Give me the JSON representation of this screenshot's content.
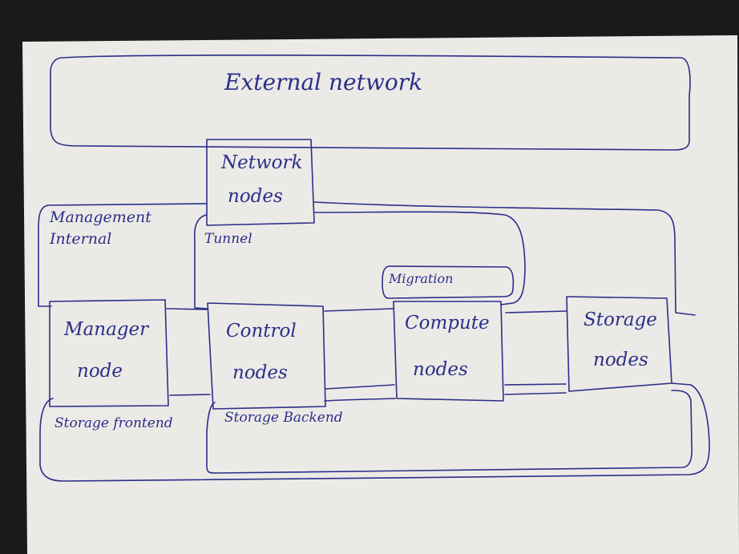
{
  "colors": {
    "background": "#1a1a1a",
    "paper": "#eceae6",
    "ink": "#2b2f8a"
  },
  "networks": {
    "external": "External network",
    "management": "Management",
    "internal": "Internal",
    "tunnel": "Tunnel",
    "migration": "Migration",
    "storage_frontend": "Storage frontend",
    "storage_backend": "Storage Backend"
  },
  "nodes": {
    "network": [
      "Network",
      "nodes"
    ],
    "manager": [
      "Manager",
      "node"
    ],
    "control": [
      "Control",
      "nodes"
    ],
    "compute": [
      "Compute",
      "nodes"
    ],
    "storage": [
      "Storage",
      "nodes"
    ]
  }
}
